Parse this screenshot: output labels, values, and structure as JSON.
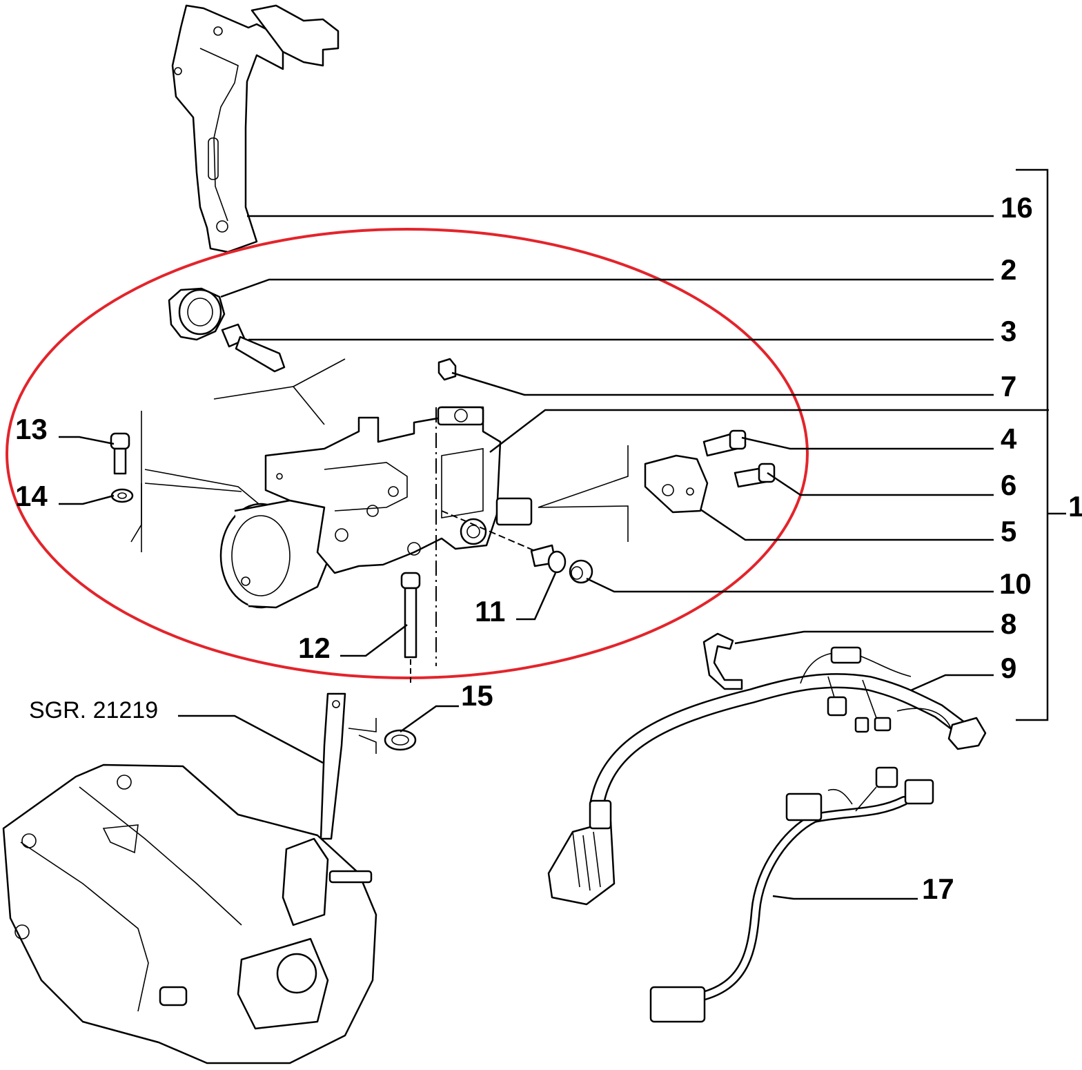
{
  "diagram": {
    "highlight_color": "#e3242b",
    "line_color": "#000000",
    "background": "#ffffff",
    "callouts": {
      "c16": "16",
      "c2": "2",
      "c3": "3",
      "c7": "7",
      "c4": "4",
      "c6": "6",
      "c1": "1",
      "c5": "5",
      "c10": "10",
      "c8": "8",
      "c9": "9",
      "c13": "13",
      "c14": "14",
      "c11": "11",
      "c12": "12",
      "c15": "15",
      "c17": "17",
      "sgr": "SGR. 21219"
    }
  }
}
